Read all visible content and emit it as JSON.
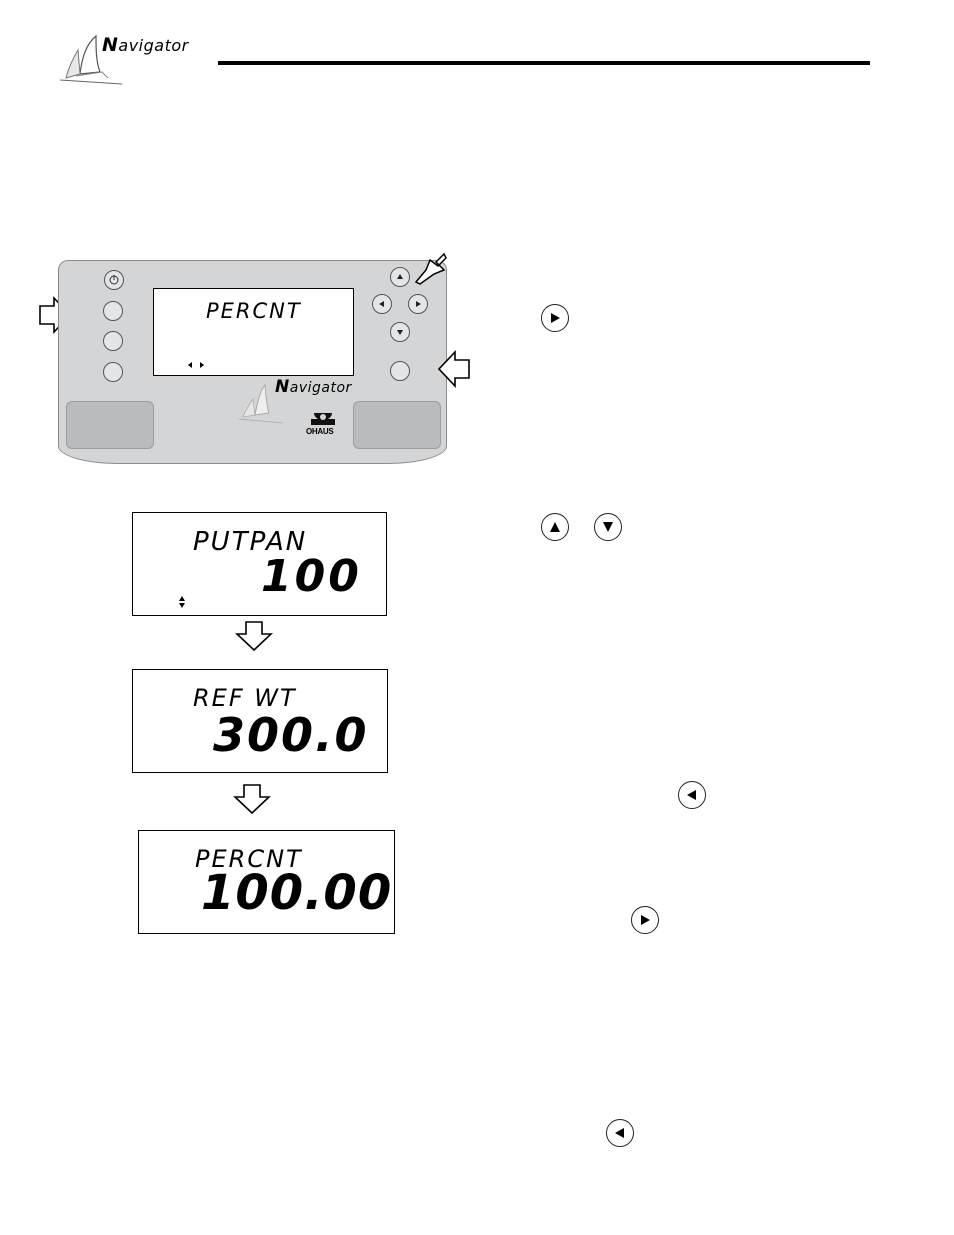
{
  "header": {
    "logo_text_initial": "N",
    "logo_text_rest": "avigator"
  },
  "panel": {
    "display_text": "PERCNT",
    "brand_logo_initial": "N",
    "brand_logo_rest": "avigator",
    "maker": "OHAUS"
  },
  "screens": [
    {
      "top": "PUTPAN",
      "value": "100"
    },
    {
      "top": "REF WT",
      "value": "300.0"
    },
    {
      "top": "PERCNT",
      "value": "100.00"
    }
  ],
  "icons": {
    "right_key": "right-arrow-key-icon",
    "up_key": "up-arrow-key-icon",
    "down_key": "down-arrow-key-icon",
    "left_key": "left-arrow-key-icon",
    "flow_arrow": "down-hollow-arrow-icon",
    "pointer_arrow": "hollow-pointer-arrow-icon"
  },
  "colors": {
    "panel": "#d3d5d6",
    "pad": "#b9bbbc"
  }
}
